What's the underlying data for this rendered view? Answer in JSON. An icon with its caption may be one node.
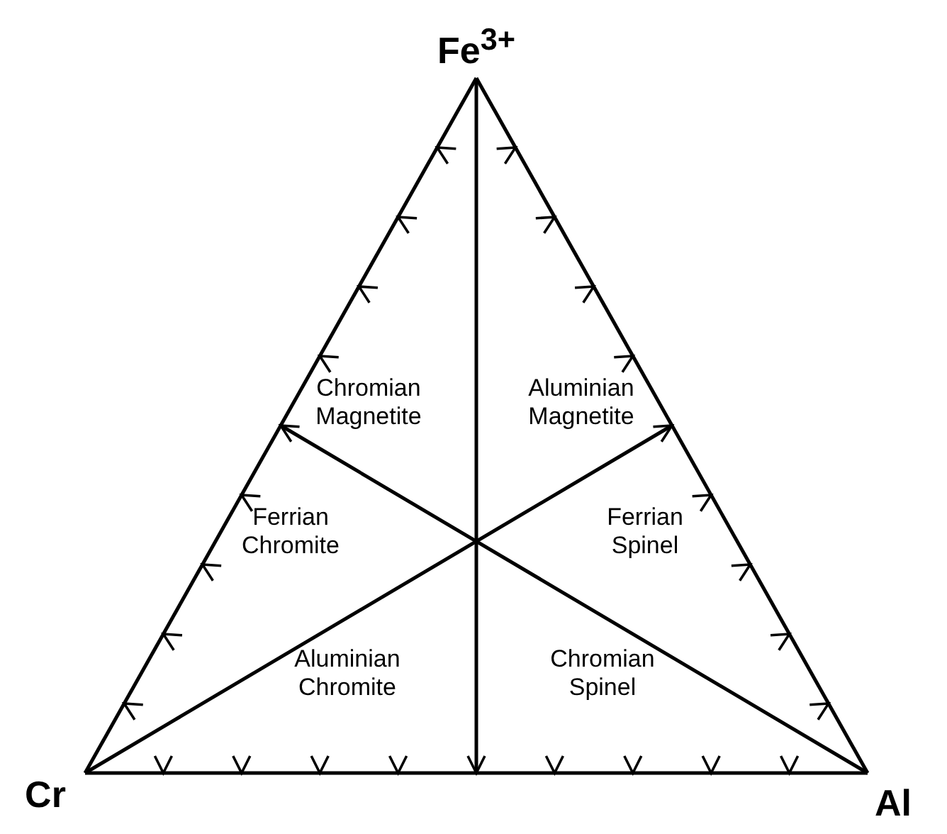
{
  "diagram": {
    "labels": [
      "Fe$^{3+}$",
      "Chromian Magnetite",
      "Aluminian Magnetite",
      "Ferrian Chromite",
      "Ferrian Spinel",
      "Aluminian Chromite",
      "Chromian Spinel",
      "Cr",
      "Al"
    ]
  }
}
